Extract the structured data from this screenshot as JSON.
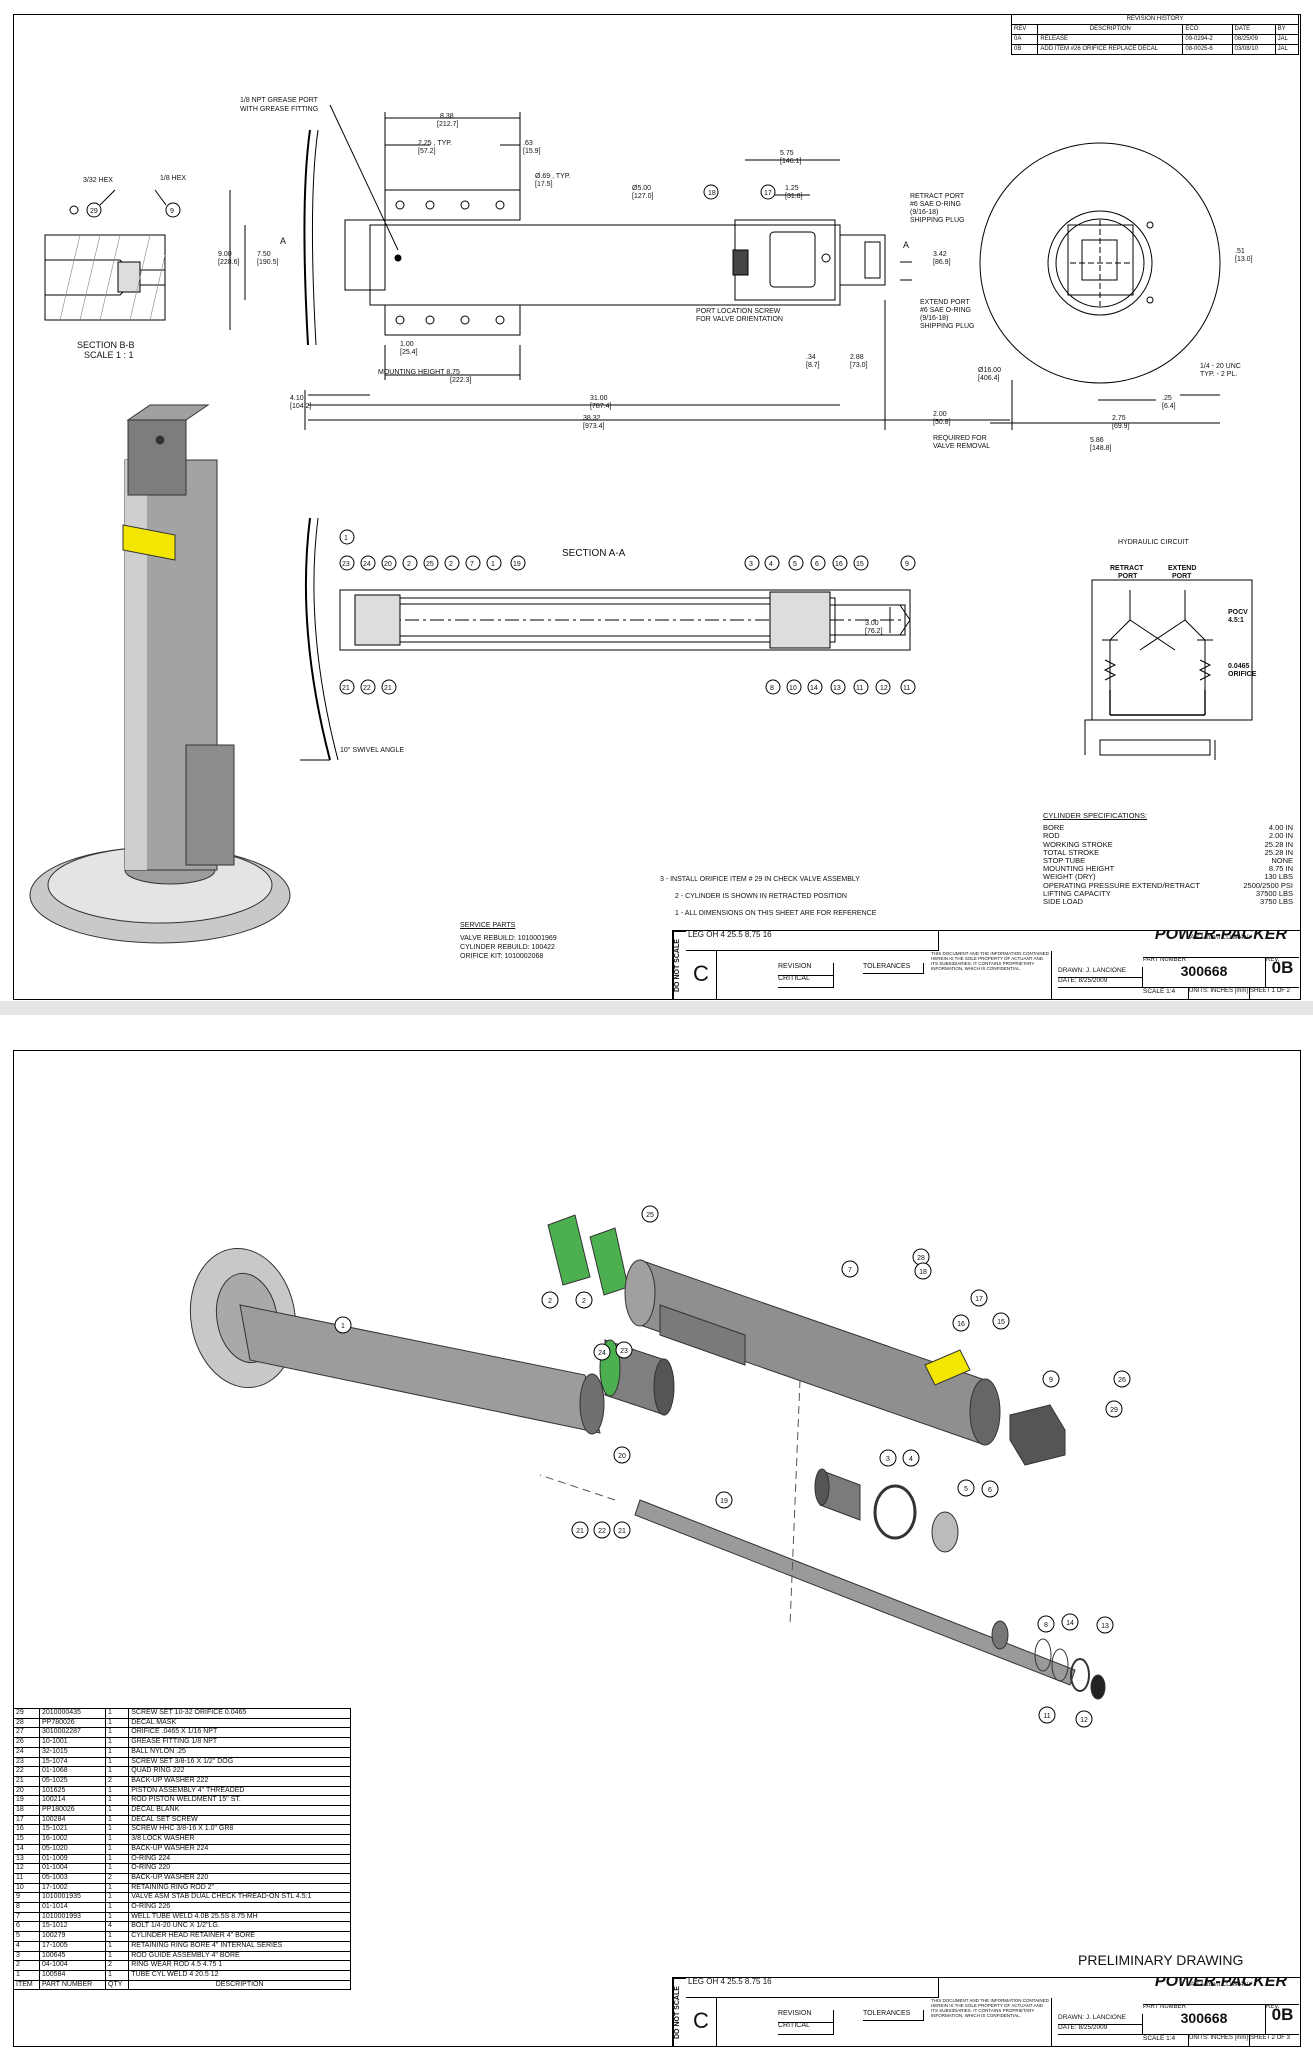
{
  "revision_history": {
    "title": "REVISION HISTORY",
    "headers": [
      "REV",
      "DESCRIPTION",
      "ECO",
      "DATE",
      "BY"
    ],
    "rows": [
      [
        "0A",
        "RELEASE",
        "09-0294-2",
        "08/25/09",
        "JAL"
      ],
      [
        "0B",
        "ADD ITEM #26 ORIFICE REPLACE DECAL",
        "08-0025-6",
        "03/08/10",
        "JAL"
      ]
    ]
  },
  "callouts": {
    "grease_port": "1/8 NPT GREASE PORT WITH GREASE FITTING",
    "hex_332": "3/32 HEX",
    "hex_18": "1/8 HEX",
    "section_bb": "SECTION B-B",
    "scale_bb": "SCALE 1 : 1",
    "port_screw": "PORT LOCATION SCREW FOR VALVE ORIENTATION",
    "retract_port": "RETRACT PORT #6 SAE O-RING (9/16-18) SHIPPING PLUG",
    "extend_port": "EXTEND PORT #6 SAE O-RING (9/16-18) SHIPPING PLUG",
    "mounting_height": "MOUNTING HEIGHT 8.75 [222.3]",
    "removal": "REQUIRED FOR VALVE REMOVAL",
    "unc": "1/4 - 20 UNC TYP. - 2 PL.",
    "swivel": "10° SWIVEL ANGLE",
    "section_aa": "SECTION  A-A",
    "hydraulic": "HYDRAULIC CIRCUIT",
    "retract": "RETRACT PORT",
    "extend": "EXTEND PORT",
    "pocv": "POCV 4.5:1",
    "orifice": "0.0465 ORIFICE"
  },
  "dimensions": [
    "8.38 [212.7]",
    "2.25 , TYP. [57.2]",
    ".63 [15.9]",
    "Ø.69 , TYP. [17.5]",
    "Ø5.00 [127.0]",
    "5.75 [146.1]",
    "1.25 [31.8]",
    "9.00 [228.6]",
    "7.50 [190.5]",
    "3.42 [86.9]",
    "1.00 [25.4]",
    ".34 [8.7]",
    "2.88 [73.0]",
    "4.10 [104.2]",
    "31.00 [787.4]",
    "38.32 [973.4]",
    "2.00 [50.8]",
    "Ø16.00 [406.4]",
    ".51 [13.0]",
    ".25 [6.4]",
    "2.75 [69.9]",
    "5.86 [148.8]",
    "3.00 [76.2]"
  ],
  "notes": [
    "3 - INSTALL ORIFICE ITEM # 29 IN CHECK VALVE ASSEMBLY",
    "2 - CYLINDER IS SHOWN IN RETRACTED POSITION",
    "1 - ALL DIMENSIONS ON THIS SHEET ARE FOR REFERENCE"
  ],
  "service_parts": {
    "title": "SERVICE PARTS",
    "lines": [
      "VALVE REBUILD: 1010001969",
      "CYLINDER REBUILD: 100422",
      "ORIFICE KIT: 1010002068"
    ]
  },
  "cylinder_specs": {
    "title": "CYLINDER SPECIFICATIONS:",
    "rows": [
      [
        "BORE",
        "4.00 IN"
      ],
      [
        "ROD",
        "2.00 IN"
      ],
      [
        "WORKING STROKE",
        "25.28 IN"
      ],
      [
        "TOTAL STROKE",
        "25.28 IN"
      ],
      [
        "STOP TUBE",
        "NONE"
      ],
      [
        "MOUNTING HEIGHT",
        "8.75 IN"
      ],
      [
        "WEIGHT (DRY)",
        "130 LBS"
      ],
      [
        "OPERATING PRESSURE EXTEND/RETRACT",
        "2500/2500 PSI"
      ],
      [
        "LIFTING CAPACITY",
        "37500 LBS"
      ],
      [
        "SIDE LOAD",
        "3750 LBS"
      ]
    ]
  },
  "title_block": {
    "description": "LEG OH 4 25.5 8.75 16",
    "do_not_scale": "DO NOT SCALE",
    "size": "C",
    "revision": "REVISION",
    "critical": "CRITICAL",
    "tolerances": "TOLERANCES",
    "proprietary": "THIS DOCUMENT AND THE INFORMATION CONTAINED HEREIN IS THE SOLE PROPERTY OF ACTUANT AND ITS SUBSIDIARIES. IT CONTAINS PROPRIETARY INFORMATION, WHICH IS CONFIDENTIAL.",
    "brand": "POWER-PACKER",
    "sub_brand": "AN Actuant COMPANY",
    "drawn": "DRAWN:  J. LANCIONE",
    "date": "DATE:  8/25/2009",
    "part_number_label": "PART NUMBER",
    "part_number": "300668",
    "rev_label": "REV.",
    "rev": "0B",
    "scale": "SCALE  1:4",
    "units": "UNITS: INCHES [mm]",
    "sheet1": "SHEET  1  OF  2",
    "sheet2": "SHEET  2  OF  3"
  },
  "bom": {
    "headers": [
      "ITEM",
      "PART NUMBER",
      "QTY",
      "DESCRIPTION"
    ],
    "rows": [
      [
        "29",
        "2010000435",
        "1",
        "SCREW SET 10-32 ORIFICE 0.0465"
      ],
      [
        "28",
        "PP780026",
        "1",
        "DECAL MASK"
      ],
      [
        "27",
        "3010002287",
        "1",
        "ORIFICE .0465 X 1/16 NPT"
      ],
      [
        "26",
        "10-1001",
        "1",
        "GREASE FITTING 1/8 NPT"
      ],
      [
        "24",
        "32-1015",
        "1",
        "BALL NYLON .25"
      ],
      [
        "23",
        "15-1074",
        "1",
        "SCREW SET 3/8-16 X 1/2\" DOG"
      ],
      [
        "22",
        "01-1068",
        "1",
        "QUAD RING 222"
      ],
      [
        "21",
        "05-1025",
        "2",
        "BACK-UP WASHER 222"
      ],
      [
        "20",
        "101625",
        "1",
        "PISTON ASSEMBLY 4\" THREADED"
      ],
      [
        "19",
        "100214",
        "1",
        "ROD PISTON WELDMENT 15\" ST."
      ],
      [
        "18",
        "PP180026",
        "1",
        "DECAL BLANK"
      ],
      [
        "17",
        "100284",
        "1",
        "DECAL SET SCREW"
      ],
      [
        "16",
        "15-1021",
        "1",
        "SCREW HHC 3/8-16 X 1.0\" GR8"
      ],
      [
        "15",
        "16-1002",
        "1",
        "3/8 LOCK WASHER"
      ],
      [
        "14",
        "05-1020",
        "1",
        "BACK-UP WASHER 224"
      ],
      [
        "13",
        "01-1009",
        "1",
        "O-RING 224"
      ],
      [
        "12",
        "01-1004",
        "1",
        "O-RING 220"
      ],
      [
        "11",
        "05-1003",
        "2",
        "BACK-UP WASHER 220"
      ],
      [
        "10",
        "17-1002",
        "1",
        "RETAINING RING ROD 2\""
      ],
      [
        "9",
        "1010001935",
        "1",
        "VALVE ASM STAB DUAL CHECK THREAD-ON STL 4.5:1"
      ],
      [
        "8",
        "01-1014",
        "1",
        "O-RING 226"
      ],
      [
        "7",
        "1010001993",
        "1",
        "WELL TUBE WELD 4.0B 25.5S 8.75 MH"
      ],
      [
        "6",
        "15-1012",
        "4",
        "BOLT 1/4-20 UNC X 1/2\"LG."
      ],
      [
        "5",
        "100279",
        "1",
        "CYLINDER HEAD RETAINER 4\" BORE"
      ],
      [
        "4",
        "17-1005",
        "1",
        "RETAINING RING BORE 4\" INTERNAL SERIES"
      ],
      [
        "3",
        "100645",
        "1",
        "ROD GUIDE ASSEMBLY 4\" BORE"
      ],
      [
        "2",
        "04-1004",
        "2",
        "RING WEAR ROD 4.5 4.75 1"
      ],
      [
        "1",
        "100584",
        "1",
        "TUBE CYL WELD 4 20.5 12"
      ]
    ]
  },
  "preliminary": "PRELIMINARY DRAWING",
  "colors": {
    "line": "#000000",
    "part_grey": "#8a8a8a",
    "wear_ring": "#4caf50",
    "decal": "#f3e600"
  }
}
